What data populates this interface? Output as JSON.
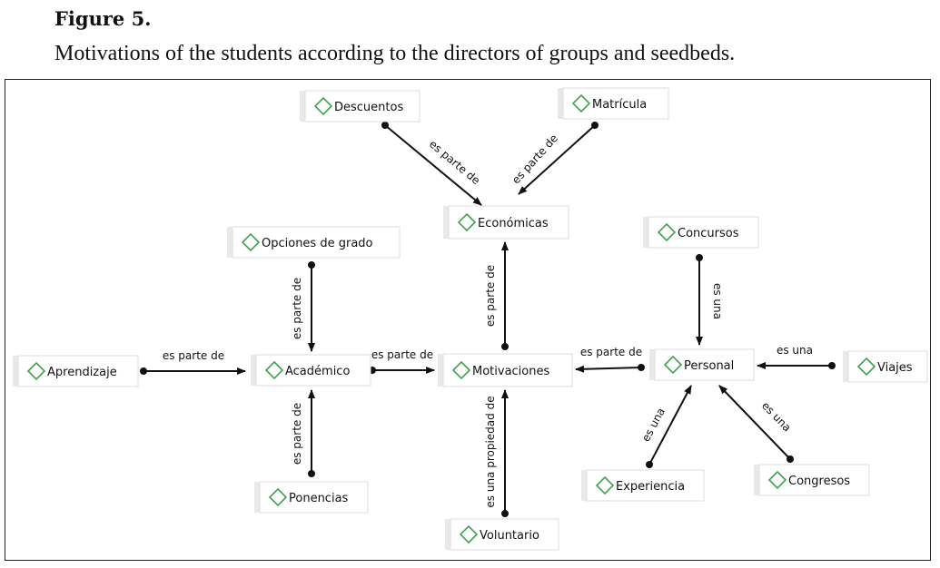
{
  "figure": {
    "label": "Figure 5.",
    "caption": "Motivations of the students according to the directors of groups and seedbeds."
  },
  "colors": {
    "diamond": "#3fa34d",
    "edge": "#111111",
    "node_fill": "#ffffff",
    "node_shadow": "#e9e9e9"
  },
  "icons": {
    "node": "diamond-icon"
  },
  "nodes": [
    {
      "id": "descuentos",
      "label": "Descuentos"
    },
    {
      "id": "matricula",
      "label": "Matrícula"
    },
    {
      "id": "economicas",
      "label": "Económicas"
    },
    {
      "id": "opciones",
      "label": "Opciones de grado"
    },
    {
      "id": "concursos",
      "label": "Concursos"
    },
    {
      "id": "aprendizaje",
      "label": "Aprendizaje"
    },
    {
      "id": "academico",
      "label": "Académico"
    },
    {
      "id": "motivaciones",
      "label": "Motivaciones"
    },
    {
      "id": "personal",
      "label": "Personal"
    },
    {
      "id": "viajes",
      "label": "Viajes"
    },
    {
      "id": "ponencias",
      "label": "Ponencias"
    },
    {
      "id": "experiencia",
      "label": "Experiencia"
    },
    {
      "id": "congresos",
      "label": "Congresos"
    },
    {
      "id": "voluntario",
      "label": "Voluntario"
    }
  ],
  "edges": [
    {
      "from": "descuentos",
      "to": "economicas",
      "label": "es parte de"
    },
    {
      "from": "matricula",
      "to": "economicas",
      "label": "es parte de"
    },
    {
      "from": "motivaciones",
      "to": "economicas",
      "label": "es parte de"
    },
    {
      "from": "opciones",
      "to": "academico",
      "label": "es parte de"
    },
    {
      "from": "aprendizaje",
      "to": "academico",
      "label": "es parte de"
    },
    {
      "from": "ponencias",
      "to": "academico",
      "label": "es parte de"
    },
    {
      "from": "academico",
      "to": "motivaciones",
      "label": "es parte de"
    },
    {
      "from": "personal",
      "to": "motivaciones",
      "label": "es parte de"
    },
    {
      "from": "voluntario",
      "to": "motivaciones",
      "label": "es una propiedad de"
    },
    {
      "from": "concursos",
      "to": "personal",
      "label": "es una"
    },
    {
      "from": "viajes",
      "to": "personal",
      "label": "es una"
    },
    {
      "from": "experiencia",
      "to": "personal",
      "label": "es una"
    },
    {
      "from": "congresos",
      "to": "personal",
      "label": "es una"
    }
  ]
}
